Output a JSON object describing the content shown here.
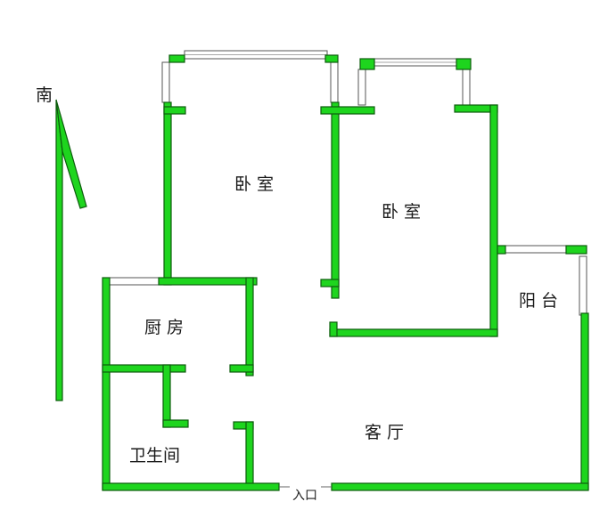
{
  "compass": {
    "label": "南"
  },
  "rooms": {
    "bedroom_left": "卧 室",
    "bedroom_right": "卧 室",
    "balcony": "阳 台",
    "kitchen": "厨 房",
    "bathroom": "卫生间",
    "living_room": "客 厅"
  },
  "entrance": {
    "label": "入口"
  },
  "colors": {
    "wall": "#1ed51e",
    "wall_outline": "#0d5c0d",
    "window": "#ffffff"
  }
}
